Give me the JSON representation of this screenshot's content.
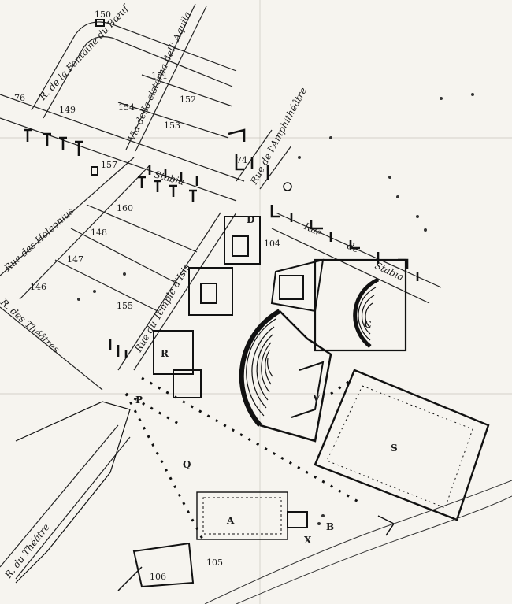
{
  "streets": {
    "fontaine_du_boeuf": "R. de la Fontaine du Bœuf",
    "cisterne": "Via della cisterna dell' Aquila",
    "stabia_north": "Stabia",
    "holconius": "Rue des Holconius",
    "amphitheatre": "Rue de l'Amphithéâtre",
    "stabia_east_rue": "Rue",
    "stabia_east_de": "de",
    "stabia_east_stabia": "Stabia",
    "temple_isis": "Rue du Temple d'Isis",
    "theatres": "R. des Théâtres",
    "du_theatre": "R. du Théâtre"
  },
  "block_numbers": {
    "n150": "150",
    "n151": "151",
    "n149": "149",
    "n154": "154",
    "n152": "152",
    "n153": "153",
    "n76": "76",
    "n157": "157",
    "n74": "74",
    "n160": "160",
    "n148": "148",
    "n147": "147",
    "n146": "146",
    "n155": "155",
    "n104": "104",
    "n105": "105",
    "n106": "106"
  },
  "areas": {
    "D": "D",
    "C": "C",
    "R": "R",
    "V": "V",
    "S": "S",
    "Q": "Q",
    "P": "P",
    "A": "A",
    "B": "B",
    "X": "X"
  }
}
